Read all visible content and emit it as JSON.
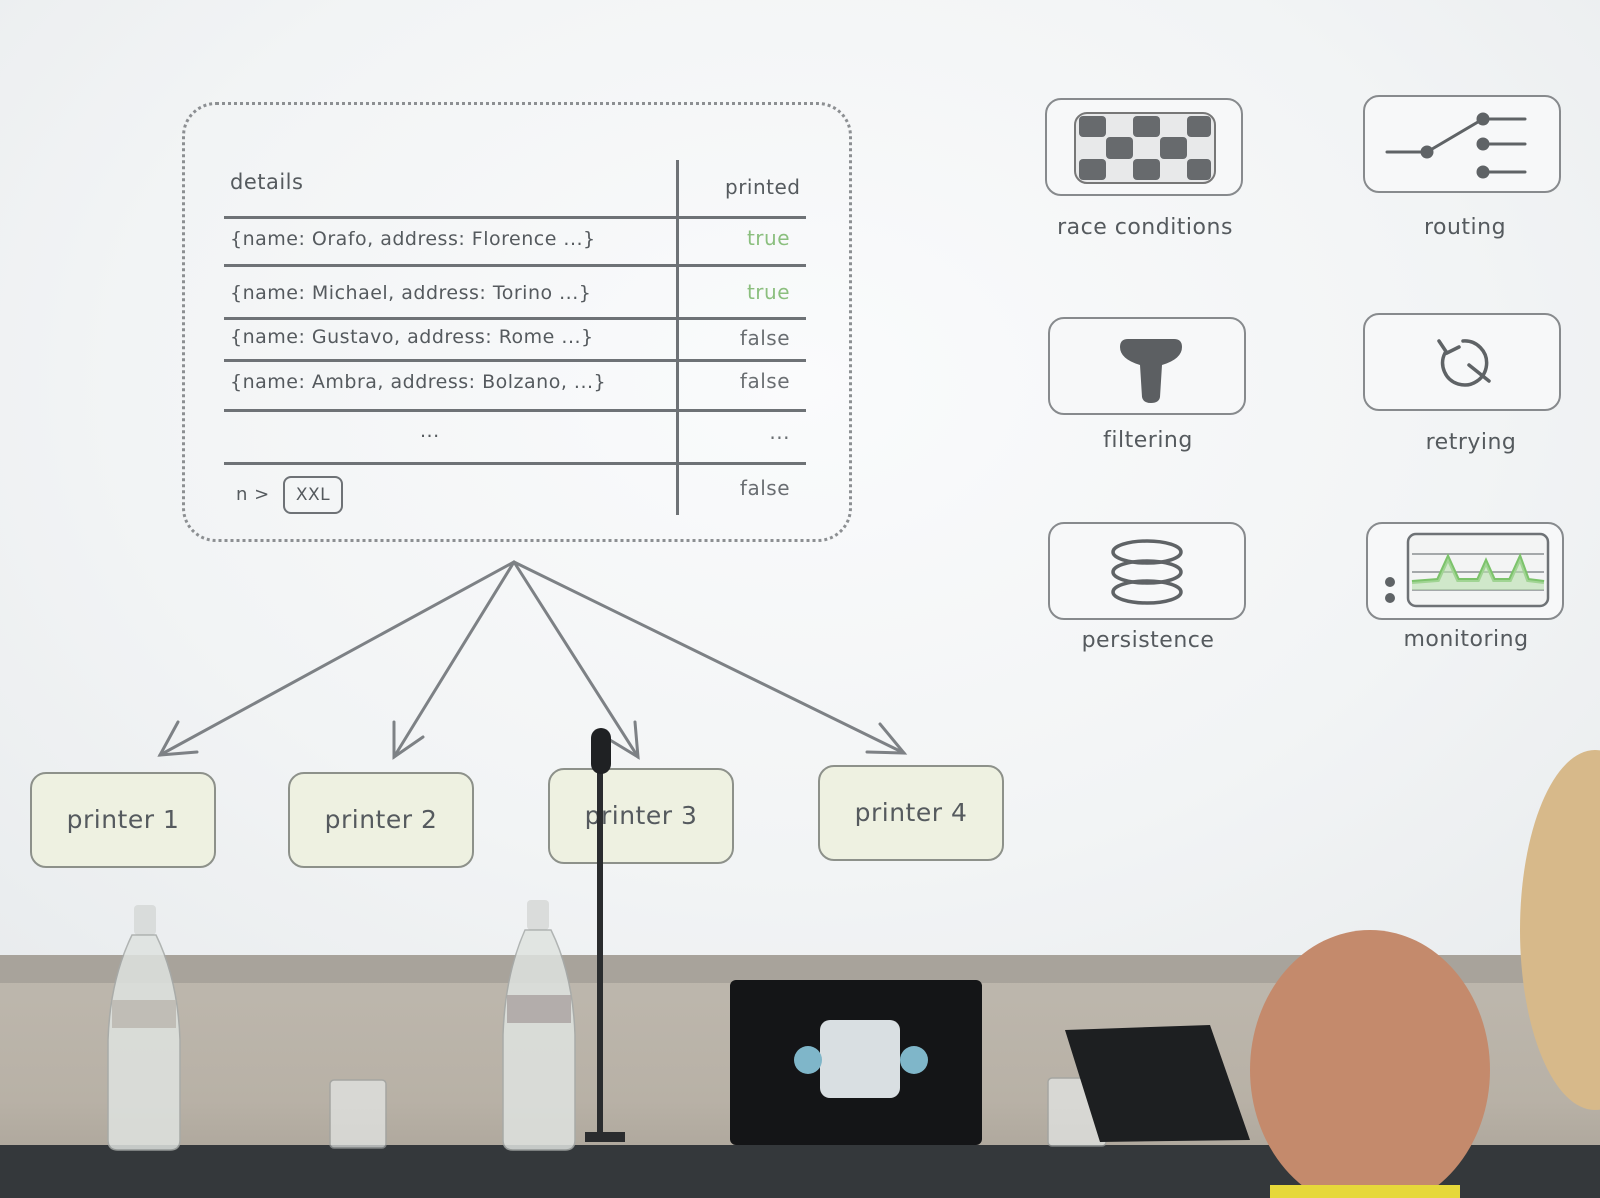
{
  "table": {
    "header_details": "details",
    "header_printed": "printed",
    "rows": [
      {
        "details": "{name: Orafo, address: Florence ...}",
        "printed": "true"
      },
      {
        "details": "{name: Michael, address: Torino ...}",
        "printed": "true"
      },
      {
        "details": "{name: Gustavo, address: Rome ...}",
        "printed": "false"
      },
      {
        "details": "{name: Ambra, address: Bolzano, ...}",
        "printed": "false"
      },
      {
        "details": "...",
        "printed": "..."
      }
    ],
    "footer_prefix": "n >",
    "footer_box": "XXL",
    "footer_printed": "false"
  },
  "icons": [
    {
      "label": "race conditions",
      "icon": "checkerboard-icon"
    },
    {
      "label": "routing",
      "icon": "switch-icon"
    },
    {
      "label": "filtering",
      "icon": "funnel-icon"
    },
    {
      "label": "retrying",
      "icon": "retry-icon"
    },
    {
      "label": "persistence",
      "icon": "database-icon"
    },
    {
      "label": "monitoring",
      "icon": "monitor-chart-icon"
    }
  ],
  "printers": [
    "printer 1",
    "printer 2",
    "printer 3",
    "printer 4"
  ],
  "colors": {
    "line": "#6e7276",
    "true_value": "#8bbf7e",
    "printer_fill": "#eef1e1",
    "monitor_line": "#7cc36b"
  }
}
